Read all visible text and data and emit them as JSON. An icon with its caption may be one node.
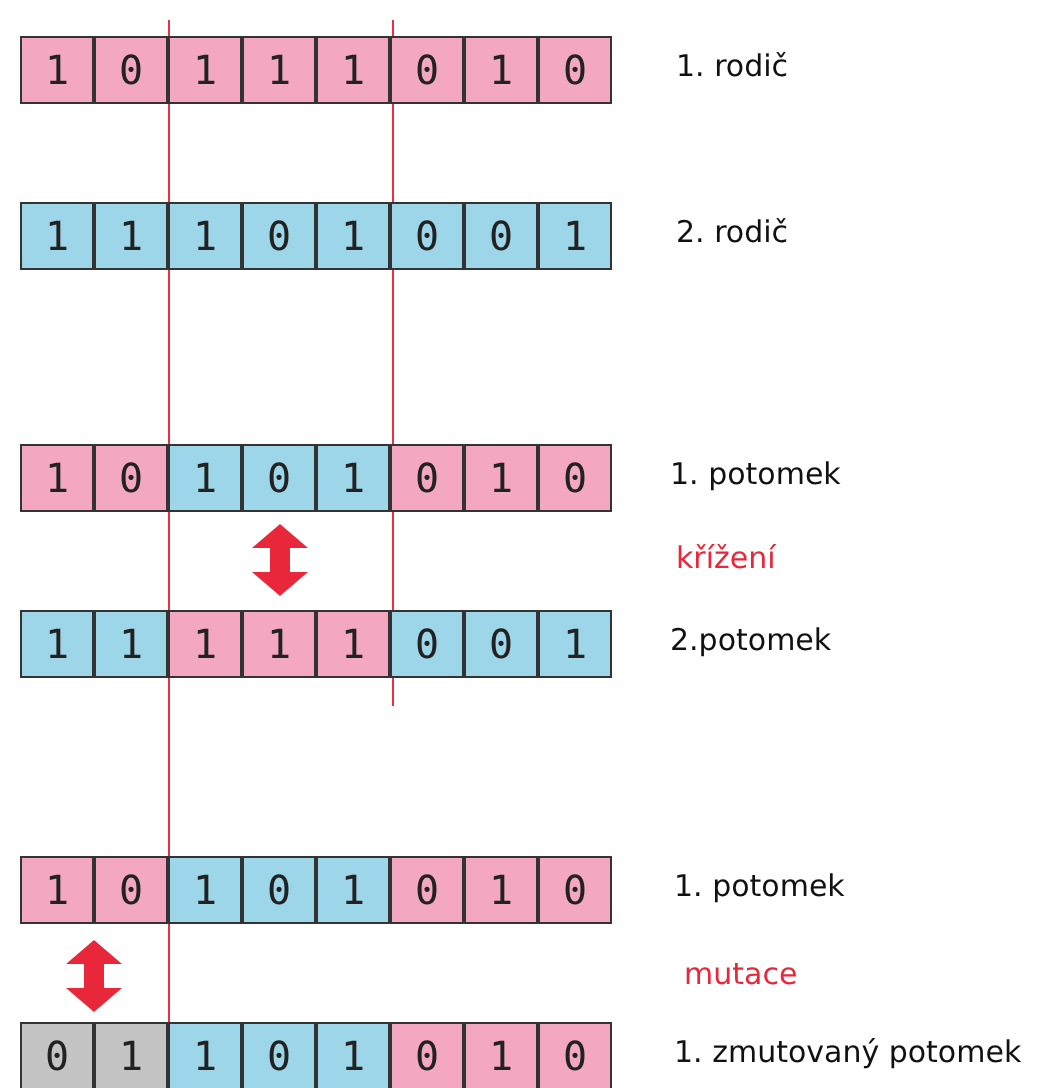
{
  "diagram": {
    "labels": [
      "1",
      "0",
      "1",
      "1",
      "1",
      "0",
      "1",
      "0",
      "1. rodič",
      "1",
      "1",
      "1",
      "0",
      "1",
      "0",
      "0",
      "1",
      "2. rodič",
      "1",
      "0",
      "1",
      "0",
      "1",
      "0",
      "1",
      "0",
      "1. potomek",
      "křížení",
      "1",
      "1",
      "1",
      "1",
      "1",
      "0",
      "0",
      "1",
      "2.potomek",
      "1",
      "0",
      "1",
      "0",
      "1",
      "0",
      "1",
      "0",
      "1. potomek",
      "mutace",
      "0",
      "1",
      "1",
      "0",
      "1",
      "0",
      "1",
      "0",
      "1. zmutovaný potomek"
    ]
  }
}
